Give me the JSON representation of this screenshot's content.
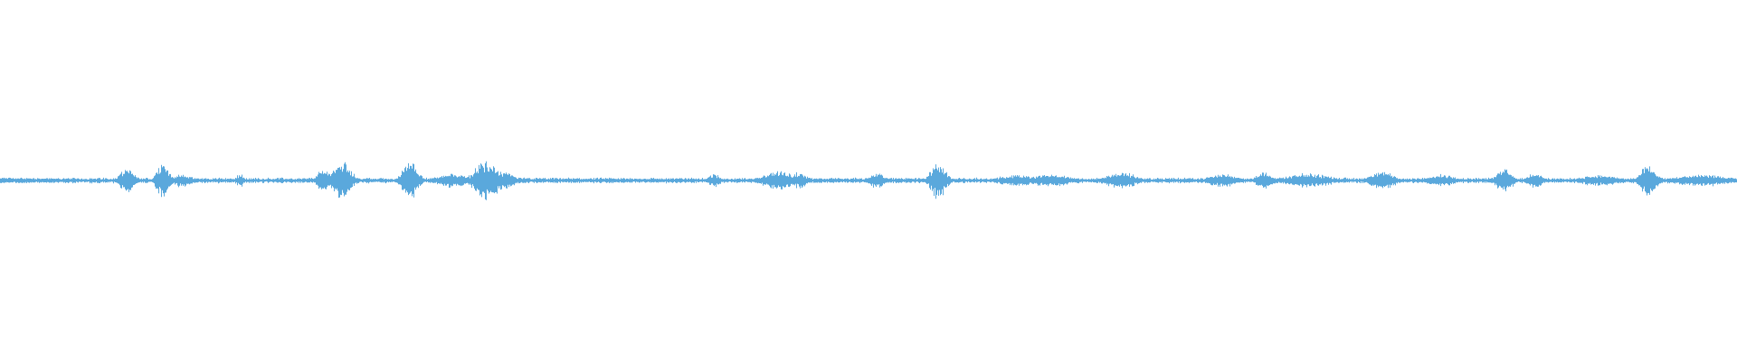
{
  "waveform": {
    "color": "#5aa8dc",
    "background": "#ffffff",
    "peak_scale": 1.0,
    "bursts": [
      {
        "at": 0.0,
        "level": 0.09,
        "span": 0.035
      },
      {
        "at": 0.073,
        "level": 0.35,
        "span": 0.004
      },
      {
        "at": 0.0935,
        "level": 0.62,
        "span": 0.003
      },
      {
        "at": 0.104,
        "level": 0.2,
        "span": 0.006
      },
      {
        "at": 0.138,
        "level": 0.22,
        "span": 0.002
      },
      {
        "at": 0.186,
        "level": 0.4,
        "span": 0.003
      },
      {
        "at": 0.196,
        "level": 0.62,
        "span": 0.005
      },
      {
        "at": 0.236,
        "level": 0.58,
        "span": 0.004
      },
      {
        "at": 0.26,
        "level": 0.22,
        "span": 0.008
      },
      {
        "at": 0.28,
        "level": 0.66,
        "span": 0.006
      },
      {
        "at": 0.29,
        "level": 0.28,
        "span": 0.005
      },
      {
        "at": 0.411,
        "level": 0.2,
        "span": 0.003
      },
      {
        "at": 0.448,
        "level": 0.3,
        "span": 0.008
      },
      {
        "at": 0.46,
        "level": 0.26,
        "span": 0.004
      },
      {
        "at": 0.505,
        "level": 0.26,
        "span": 0.004
      },
      {
        "at": 0.54,
        "level": 0.58,
        "span": 0.004
      },
      {
        "at": 0.585,
        "level": 0.18,
        "span": 0.01
      },
      {
        "at": 0.605,
        "level": 0.2,
        "span": 0.01
      },
      {
        "at": 0.645,
        "level": 0.26,
        "span": 0.008
      },
      {
        "at": 0.704,
        "level": 0.2,
        "span": 0.008
      },
      {
        "at": 0.728,
        "level": 0.3,
        "span": 0.004
      },
      {
        "at": 0.753,
        "level": 0.22,
        "span": 0.012
      },
      {
        "at": 0.796,
        "level": 0.3,
        "span": 0.006
      },
      {
        "at": 0.83,
        "level": 0.18,
        "span": 0.008
      },
      {
        "at": 0.866,
        "level": 0.4,
        "span": 0.004
      },
      {
        "at": 0.883,
        "level": 0.24,
        "span": 0.004
      },
      {
        "at": 0.92,
        "level": 0.18,
        "span": 0.01
      },
      {
        "at": 0.949,
        "level": 0.52,
        "span": 0.004
      },
      {
        "at": 0.98,
        "level": 0.18,
        "span": 0.015
      }
    ],
    "baseline_level": 0.07
  }
}
